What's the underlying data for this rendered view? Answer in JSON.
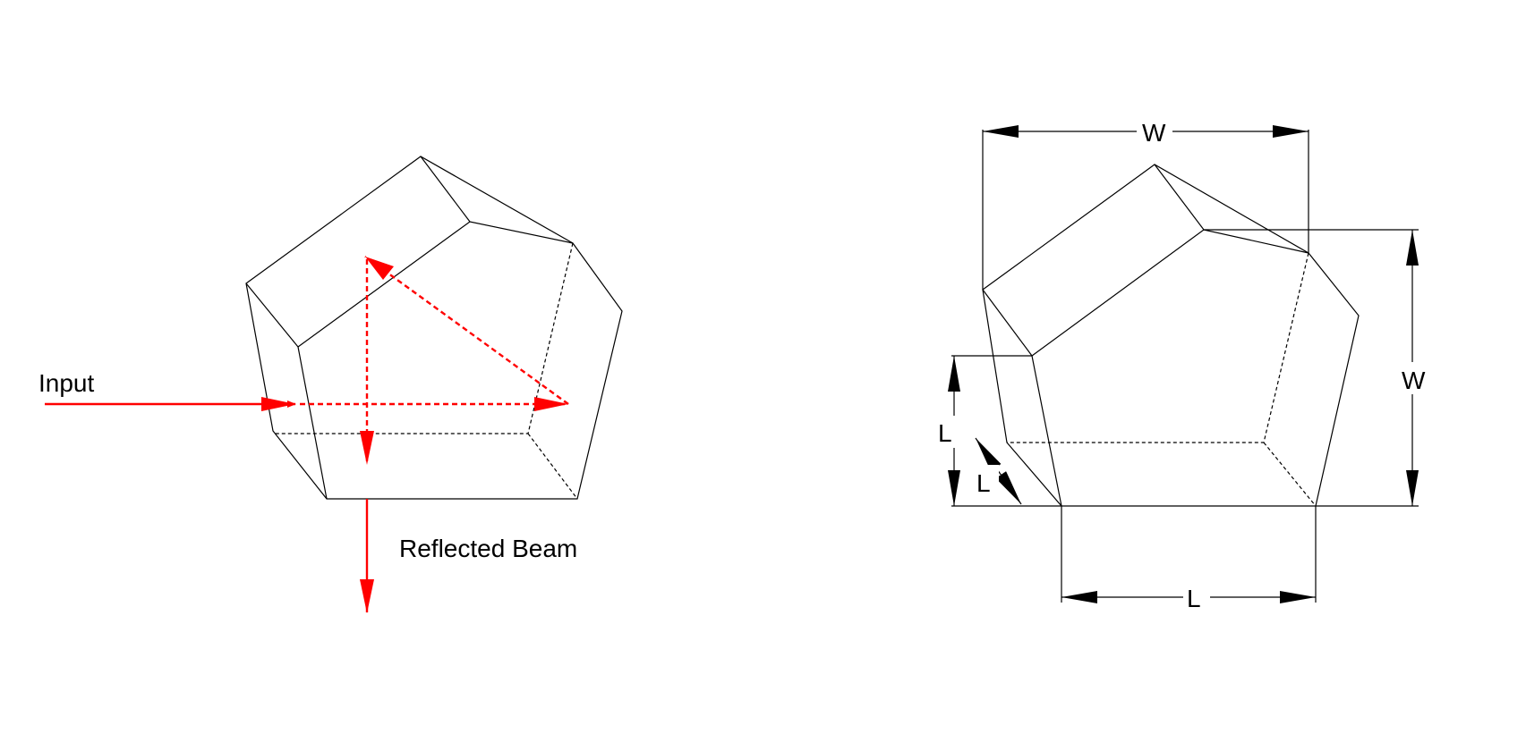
{
  "colors": {
    "beam": "#ff0000",
    "outline": "#000000",
    "background": "#ffffff"
  },
  "left_diagram": {
    "input_label": "Input",
    "reflected_label": "Reflected Beam"
  },
  "right_diagram": {
    "width_top_label": "W",
    "width_side_label": "W",
    "length_side_label": "L",
    "length_depth_label": "L",
    "length_bottom_label": "L"
  }
}
